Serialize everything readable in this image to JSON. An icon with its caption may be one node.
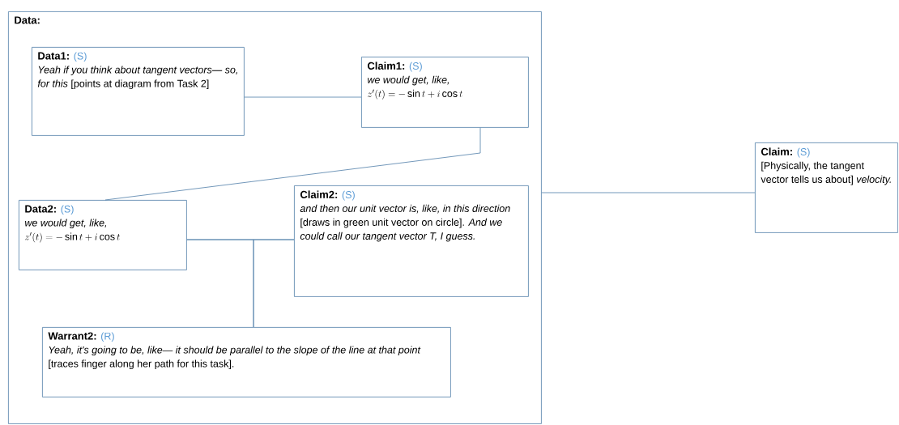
{
  "diagram": {
    "nodes": [
      {
        "text": [
          "Data:"
        ]
      },
      {
        "text": [
          "Data1:",
          "(S)",
          "*Yeah if you think about tangent vectors— so, for this* [points at diagram from Task 2]"
        ],
        "in": 0
      },
      {
        "text": [
          "Claim1:",
          "(S)",
          "we would get, like,",
          "z'(t) = -\\sin t + i\\cos t"
        ],
        "in": 0
      },
      {
        "text": [
          "Data2:",
          "(S)",
          "we would get, like,",
          "z'(t) = -\\sin t + i\\cos t"
        ],
        "in": 0
      },
      {
        "text": [
          "Claim2:",
          "(S)",
          "*and then our unit vector is, like, in this direction* [draws in green unit vector on circle]. *And we could call our tangent vector T, I guess.*"
        ],
        "in": 0
      },
      {
        "text": [
          "Warrant2:",
          "(R)",
          "*Yeah, it's going to be, like— it should be parallel to the slope of the line at that point* [traces finger along her path for this task]."
        ],
        "in": 0
      },
      {
        "text": [
          "Claim:",
          "(S)",
          "[Physically, the tangent vector tells us about] *velocity.*"
        ]
      }
    ],
    "edges": [
      {
        "from": 1,
        "to": 2,
        "arrow": "none"
      },
      {
        "from": 2,
        "to": 3,
        "arrow": "none"
      },
      {
        "from": 3,
        "to": 4,
        "arrow": "none"
      },
      {
        "from": 5,
        "to": 3,
        "arrow": "none"
      },
      {
        "from": 5,
        "to": 4,
        "arrow": "none"
      },
      {
        "from": 0,
        "to": 6,
        "arrow": "none"
      }
    ]
  }
}
